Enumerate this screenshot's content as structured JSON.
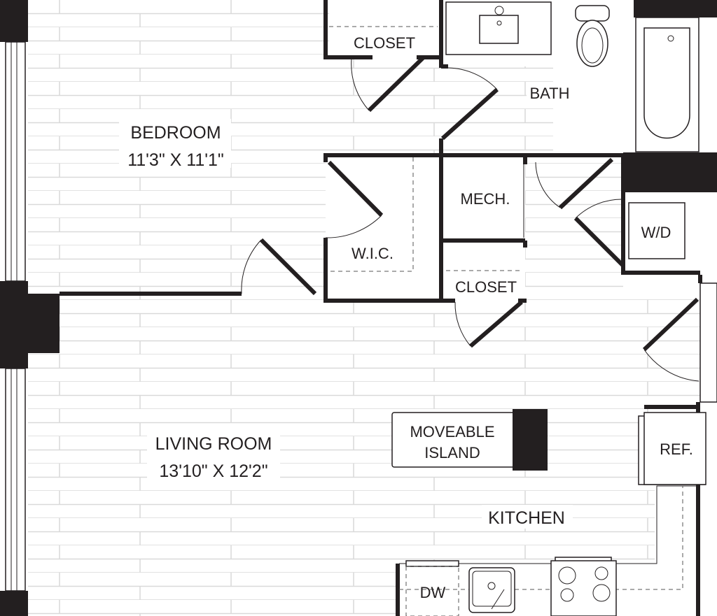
{
  "rooms": {
    "bedroom": {
      "name": "BEDROOM",
      "dimensions": "11'3\" X 11'1\""
    },
    "living_room": {
      "name": "LIVING ROOM",
      "dimensions": "13'10\" X 12'2\""
    },
    "bath": {
      "name": "BATH"
    },
    "closet_top": {
      "name": "CLOSET"
    },
    "closet_mid": {
      "name": "CLOSET"
    },
    "wic": {
      "name": "W.I.C."
    },
    "mech": {
      "name": "MECH."
    },
    "wd": {
      "name": "W/D"
    },
    "kitchen": {
      "name": "KITCHEN"
    },
    "island": {
      "line1": "MOVEABLE",
      "line2": "ISLAND"
    },
    "ref": {
      "name": "REF."
    },
    "dw": {
      "name": "DW"
    }
  },
  "colors": {
    "wall": "#231f20",
    "floor_line": "#d9d9d9",
    "background": "#ffffff"
  }
}
